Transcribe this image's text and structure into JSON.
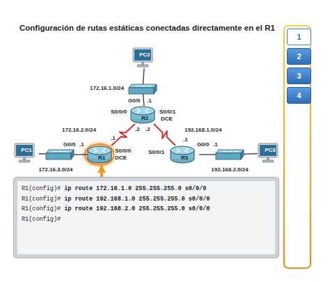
{
  "diagram": {
    "title": "Configuración de rutas estáticas conectadas directamente en el R1",
    "nodes": [
      {
        "text": [
          "PC2"
        ]
      },
      {
        "text": [
          "172.16.1.0/24"
        ]
      },
      {
        "text": [
          "R2"
        ]
      },
      {
        "text": [
          "PC1"
        ]
      },
      {
        "text": [
          "172.16.3.0/24"
        ]
      },
      {
        "text": [
          "R1"
        ]
      },
      {
        "text": [
          "R3"
        ]
      },
      {
        "text": [
          "192.168.2.0/24"
        ]
      },
      {
        "text": [
          "PC3"
        ]
      },
      {
        "text": [
          "R1(config)#",
          "ip route 172.16.1.0 255.255.255.0 s0/0/0",
          "R1(config)#",
          "ip route 192.168.1.0 255.255.255.0 s0/0/0",
          "R1(config)#",
          "ip route 192.168.2.0 255.255.255.0 s0/0/0",
          "R1(config)#"
        ]
      },
      {
        "text": [
          "1"
        ]
      },
      {
        "text": [
          "2"
        ]
      },
      {
        "text": [
          "3"
        ]
      },
      {
        "text": [
          "4"
        ]
      }
    ],
    "edges": [
      {
        "from": 0,
        "to": 1,
        "arrow": "none"
      },
      {
        "from": 1,
        "to": 2,
        "arrow": "none"
      },
      {
        "from": 2,
        "to": 5,
        "arrow": "none"
      },
      {
        "from": 2,
        "to": 6,
        "arrow": "none"
      },
      {
        "from": 3,
        "to": 4,
        "arrow": "none"
      },
      {
        "from": 4,
        "to": 5,
        "arrow": "none"
      },
      {
        "from": 6,
        "to": 7,
        "arrow": "none"
      },
      {
        "from": 7,
        "to": 8,
        "arrow": "none"
      },
      {
        "from": 9,
        "to": 5,
        "arrow": "to"
      }
    ],
    "labels": [
      "G0/0",
      ".1",
      "S0/0/0",
      "S0/0/1",
      "DCE",
      "172.16.2.0/24",
      ".2",
      ".2",
      "192.168.1.0/24",
      ".1",
      ".1",
      "G0/0",
      ".1",
      "S0/0/0",
      "DCE",
      "S0/0/1",
      "G0/0",
      ".1"
    ]
  }
}
